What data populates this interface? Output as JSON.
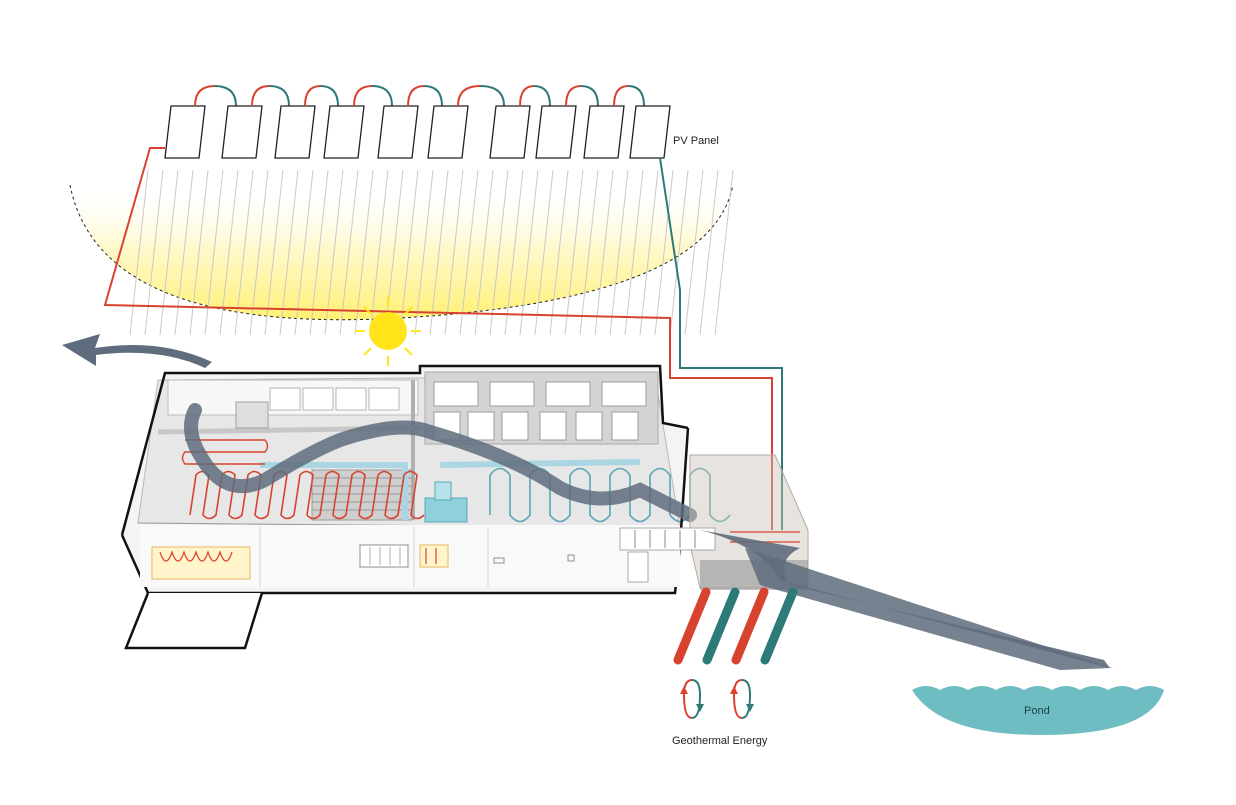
{
  "labels": {
    "pv_panel": "PV Panel",
    "geothermal": "Geothermal Energy",
    "pond": "Pond"
  },
  "colors": {
    "hot_pipe": "#d8432f",
    "cold_pipe": "#2e7a78",
    "airflow": "#5f6c7d",
    "sun": "#ffe51a",
    "sun_glow": "#fff3a6",
    "pond": "#6dbdc2",
    "outline": "#111111"
  },
  "pv_panel_count": 10
}
